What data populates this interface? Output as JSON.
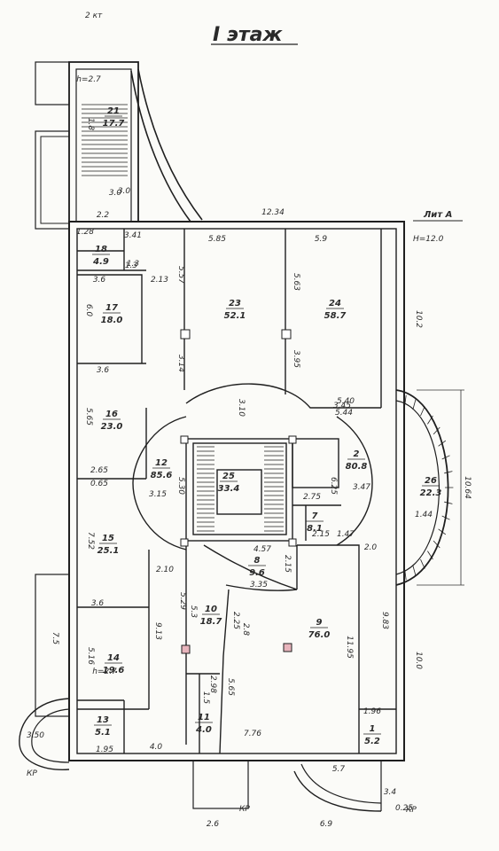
{
  "sheet": {
    "title": "I этаж",
    "scale_note": "2 кт",
    "lit": "Лит А",
    "height_note": "H=12.0",
    "kr": "КР"
  },
  "rooms": [
    {
      "no": "1",
      "area": "5.2"
    },
    {
      "no": "2",
      "area": "80.8"
    },
    {
      "no": "7",
      "area": "8.1"
    },
    {
      "no": "8",
      "area": "9.6"
    },
    {
      "no": "9",
      "area": "76.0"
    },
    {
      "no": "10",
      "area": "18.7"
    },
    {
      "no": "11",
      "area": "4.0"
    },
    {
      "no": "12",
      "area": "85.6"
    },
    {
      "no": "13",
      "area": "5.1"
    },
    {
      "no": "14",
      "area": "19.6"
    },
    {
      "no": "15",
      "area": "25.1"
    },
    {
      "no": "16",
      "area": "23.0"
    },
    {
      "no": "17",
      "area": "18.0"
    },
    {
      "no": "18",
      "area": "4.9"
    },
    {
      "no": "21",
      "area": "17.7"
    },
    {
      "no": "23",
      "area": "52.1"
    },
    {
      "no": "24",
      "area": "58.7"
    },
    {
      "no": "25",
      "area": "33.4"
    },
    {
      "no": "26",
      "area": "22.3"
    }
  ],
  "dims": [
    "12.34",
    "5.85",
    "5.9",
    "10.2",
    "10.64",
    "10.0",
    "9.83",
    "11.95",
    "7.76",
    "5.7",
    "2.6",
    "6.9",
    "3.50",
    "7.5",
    "1.95",
    "4.0",
    "3.6",
    "3.6",
    "6.0",
    "5.65",
    "7.52",
    "5.16",
    "3.15",
    "5.30",
    "3.14",
    "3.10",
    "3.45",
    "3.95",
    "5.57",
    "5.63",
    "2.13",
    "3.41",
    "1.3",
    "2.65",
    "0.65",
    "2.10",
    "9.13",
    "5.29",
    "5.3",
    "2.25",
    "2.8",
    "2.98",
    "5.65",
    "3.35",
    "4.57",
    "2.15",
    "1.47",
    "2.0",
    "5.40",
    "5.44",
    "2.15",
    "3.47",
    "6.25",
    "2.75",
    "1.44",
    "1.28",
    "3.0",
    "h=2.7",
    "1.5",
    "1.96",
    "1.8",
    "1.3",
    "2.2",
    "3.4",
    "0.25",
    "h=2.7",
    "3.0",
    "3.6"
  ]
}
